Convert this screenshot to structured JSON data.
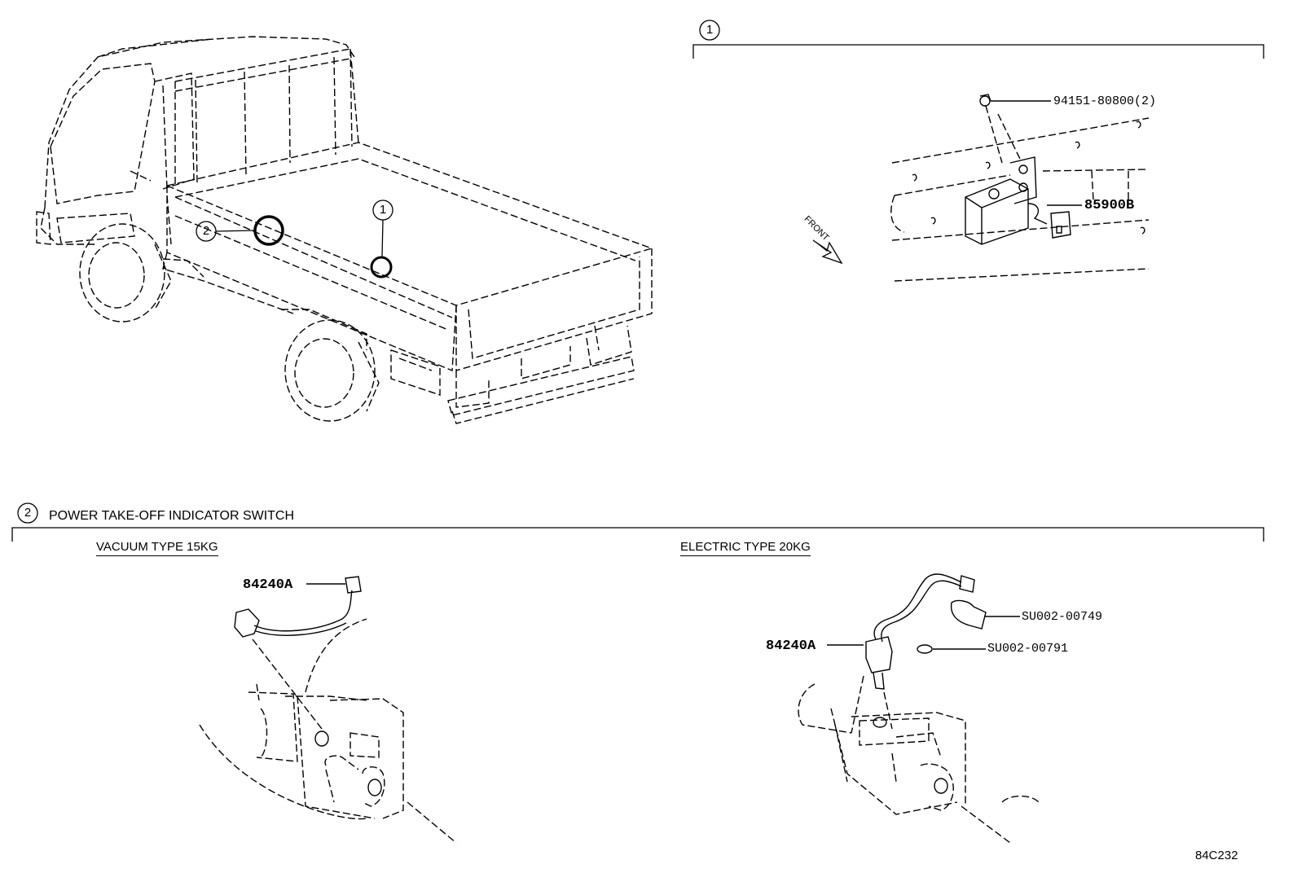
{
  "callouts": {
    "c1": "1",
    "c2": "2",
    "truck_c1": "1",
    "truck_c2": "2"
  },
  "section1": {
    "front_label": "FRONT",
    "parts": {
      "bolt": "94151-80800(2)",
      "sensor": "85900B"
    }
  },
  "section2": {
    "title": "POWER TAKE-OFF INDICATOR SWITCH",
    "vacuum": {
      "heading": "VACUUM TYPE 15KG",
      "part": "84240A"
    },
    "electric": {
      "heading": "ELECTRIC TYPE  20KG",
      "part": "84240A",
      "part_cap": "SU002-00749",
      "part_ring": "SU002-00791"
    }
  },
  "diagram_code": "84C232"
}
